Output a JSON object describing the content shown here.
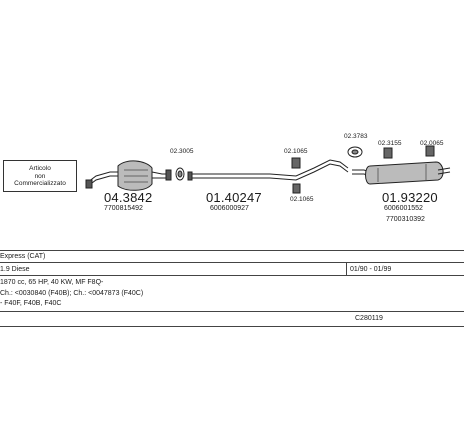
{
  "notice": {
    "line1": "Articolo",
    "line2": "non",
    "line3": "Commercializzato"
  },
  "parts": {
    "p1": {
      "number": "04.3842",
      "code": "7700815492"
    },
    "p2": {
      "number": "01.40247",
      "code": "6006000927"
    },
    "p3": {
      "number": "01.93220",
      "code": "6006001552",
      "code2": "7700310392"
    }
  },
  "fittings": {
    "f1": "02.3005",
    "f2": "02.1065",
    "f3": "02.1065",
    "f4": "02.3783",
    "f5": "02.3155",
    "f6": "02.0065"
  },
  "vehicle": {
    "model": "Express (CAT)",
    "engine": "1.9 Diese",
    "years": "01/90 - 01/99",
    "spec": "1870 cc, 65 HP, 40 KW, MF F8Q-",
    "chassis": "Ch.: <0030840 (F40B); Ch.: <0047873 (F40C)",
    "type": "- F40F, F40B, F40C",
    "catalog": "C280119"
  }
}
